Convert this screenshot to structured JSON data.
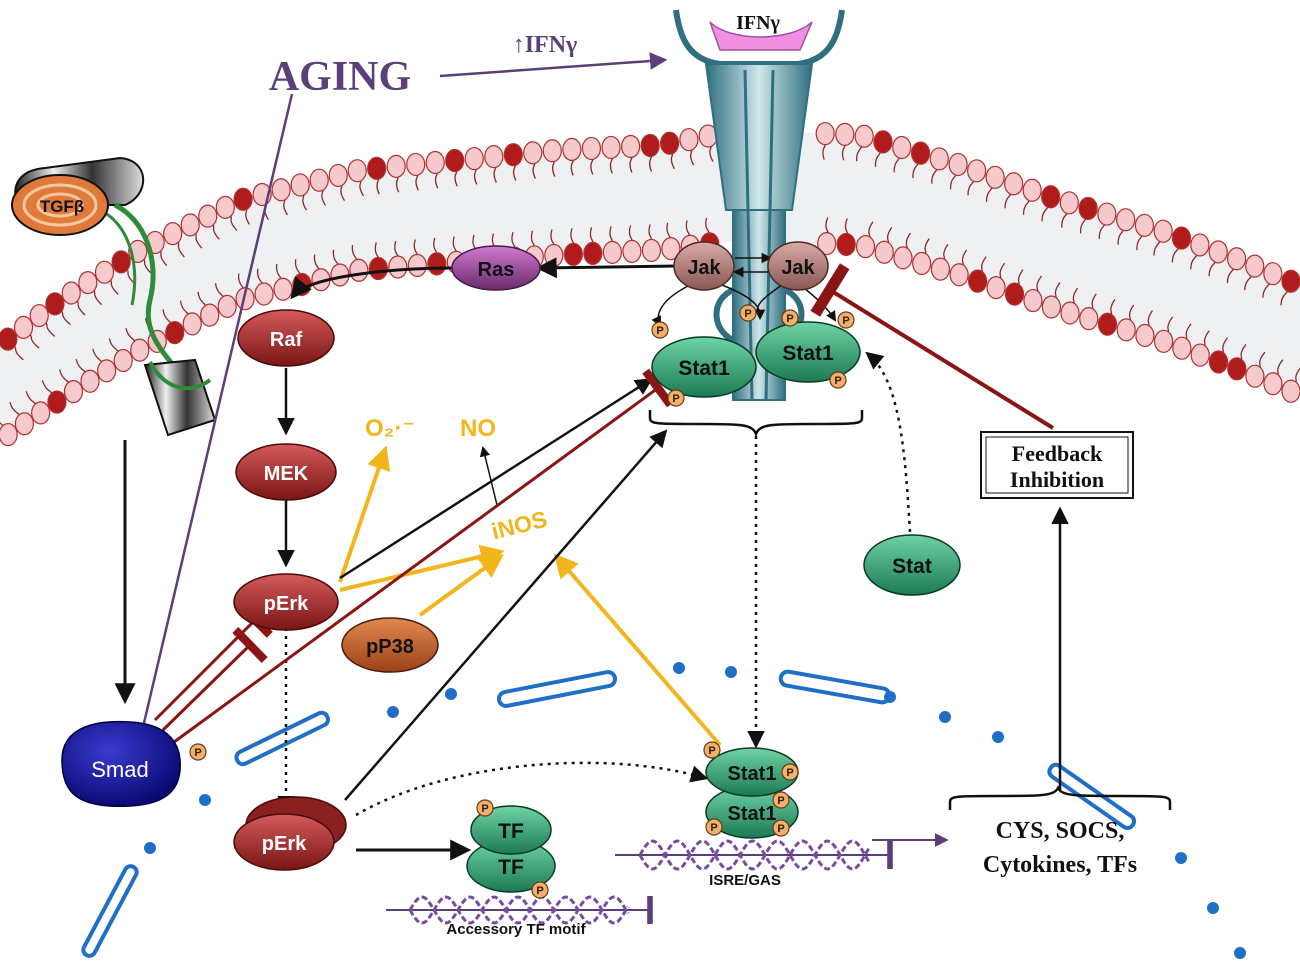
{
  "labels": {
    "aging": "AGING",
    "ifng_up": "↑IFNγ",
    "ifng_receptor": "IFNγ",
    "tgfb": "TGFβ",
    "ras": "Ras",
    "raf": "Raf",
    "mek": "MEK",
    "perk_cyto": "pErk",
    "perk_nuc": "pErk",
    "pp38": "pP38",
    "jak_left": "Jak",
    "jak_right": "Jak",
    "stat1_left": "Stat1",
    "stat1_right": "Stat1",
    "stat1_nuc_top": "Stat1",
    "stat1_nuc_bottom": "Stat1",
    "stat_free": "Stat",
    "smad": "Smad",
    "tf_top": "TF",
    "tf_bottom": "TF",
    "superoxide": "O₂·⁻",
    "no": "NO",
    "inos": "iNOS",
    "feedback_line1": "Feedback",
    "feedback_line2": "Inhibition",
    "targets_line1": "CYS, SOCS,",
    "targets_line2": "Cytokines, TFs",
    "isre_gas": "ISRE/GAS",
    "accessory_motif": "Accessory TF motif",
    "phospho": "P"
  },
  "colors": {
    "aging_purple": "#5b3f7a",
    "ros_yellow": "#f2b51c",
    "inhibit_red": "#8b1515",
    "membrane_red": "#b01c1c",
    "lipid_pink": "#f6c9cc",
    "stat_green": "#2f9a6e",
    "ras_purple": "#9a3e9a",
    "kinase_red": "#a32a2a",
    "jak_mauve": "#b07b78",
    "pp38_orange": "#c25e2a",
    "smad_navy": "#0a0a7a",
    "nucleus_blue": "#1f6fc6"
  }
}
